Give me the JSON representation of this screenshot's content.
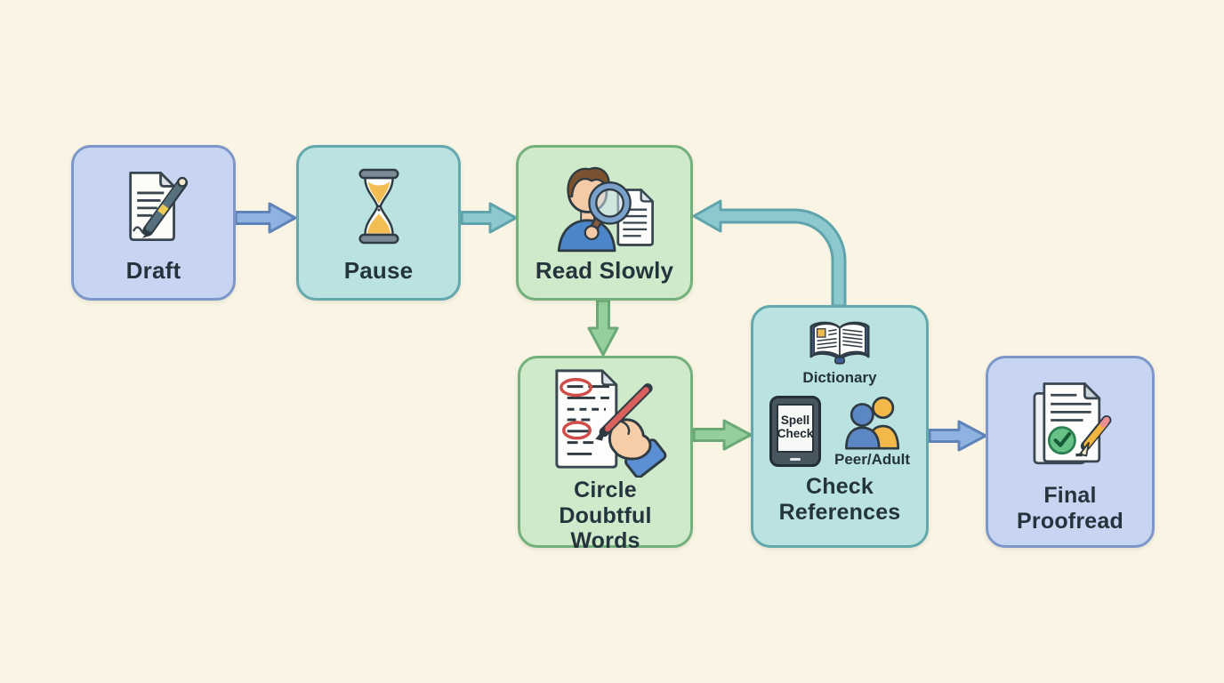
{
  "diagram": {
    "background_color": "#f9f4e3",
    "text_color": "#25343c"
  },
  "palette": {
    "blue_box_fill": "#c7d4f2",
    "blue_box_border": "#7d97cb",
    "teal_box_fill": "#bae2e1",
    "teal_box_border": "#62a8ac",
    "green_box_fill": "#cfeaca",
    "green_box_border": "#73b07b",
    "arrow_blue": "#8fb3e0",
    "arrow_teal": "#8cc8cd",
    "arrow_green": "#94cf9d"
  },
  "nodes": [
    {
      "id": "draft",
      "label": "Draft",
      "icon": "document-pen-icon",
      "color": "blue"
    },
    {
      "id": "pause",
      "label": "Pause",
      "icon": "hourglass-icon",
      "color": "teal"
    },
    {
      "id": "read-slowly",
      "label": "Read Slowly",
      "icon": "person-magnifier-icon",
      "color": "green"
    },
    {
      "id": "circle-doubtful-words",
      "label": "Circle Doubtful Words",
      "icon": "document-circled-words-icon",
      "color": "green"
    },
    {
      "id": "check-references",
      "label": "Check References",
      "color": "teal",
      "items": [
        {
          "label": "Dictionary",
          "icon": "open-book-icon"
        },
        {
          "label": "Spell Check",
          "icon": "tablet-icon"
        },
        {
          "label": "Peer/Adult",
          "icon": "two-people-icon"
        }
      ]
    },
    {
      "id": "final-proofread",
      "label": "Final Proofread",
      "icon": "checked-document-pencil-icon",
      "color": "blue"
    }
  ],
  "connections": [
    {
      "from": "draft",
      "to": "pause",
      "color": "blue"
    },
    {
      "from": "pause",
      "to": "read-slowly",
      "color": "teal"
    },
    {
      "from": "read-slowly",
      "to": "circle-doubtful-words",
      "color": "green"
    },
    {
      "from": "circle-doubtful-words",
      "to": "check-references",
      "color": "green"
    },
    {
      "from": "check-references",
      "to": "read-slowly",
      "color": "teal"
    },
    {
      "from": "check-references",
      "to": "final-proofread",
      "color": "blue"
    }
  ]
}
